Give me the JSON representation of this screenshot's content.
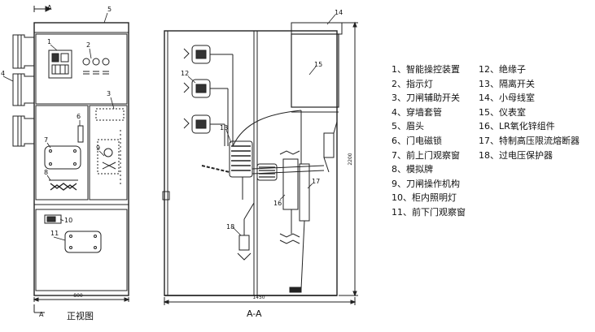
{
  "front_view": {
    "caption": "正视图",
    "section_mark": "A",
    "width_dim": "800",
    "callouts": [
      "1",
      "2",
      "3",
      "4",
      "5",
      "6",
      "7",
      "8",
      "9",
      "10",
      "11"
    ]
  },
  "section_view": {
    "caption": "A-A",
    "width_dim": "1450",
    "height_dim": "2200",
    "callouts": [
      "12",
      "13",
      "14",
      "15",
      "16",
      "17",
      "18"
    ]
  },
  "legend": {
    "left": [
      "1、智能操控装置",
      "2、指示灯",
      "3、刀闸辅助开关",
      "4、穿墙套管",
      "5、眉头",
      "6、门电磁锁",
      "7、前上门观察窗",
      "8、模拟牌",
      "9、刀闸操作机构",
      "10、柜内照明灯",
      "11、前下门观察窗"
    ],
    "right": [
      "12、绝缘子",
      "13、隔离开关",
      "14、小母线室",
      "15、仪表室",
      "16、LR氧化锌组件",
      "17、特制高压限流熔断器",
      "18、过电压保护器"
    ]
  }
}
